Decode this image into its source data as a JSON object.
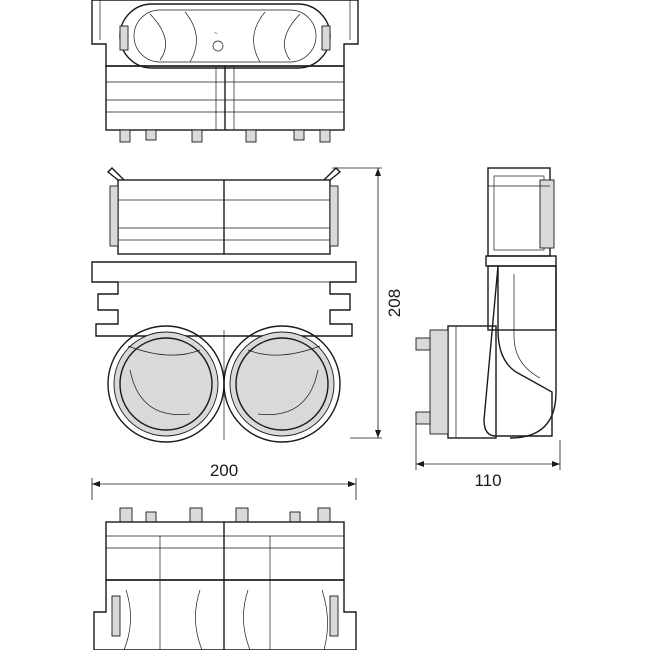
{
  "dimensions": {
    "height": "208",
    "width": "200",
    "depth": "110"
  }
}
